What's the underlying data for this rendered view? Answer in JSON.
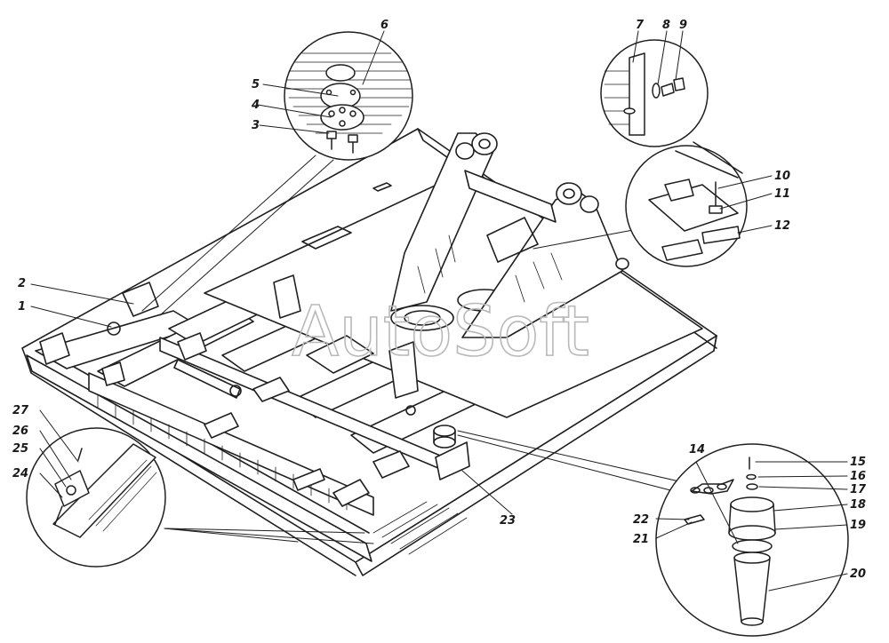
{
  "watermark": "AutoSoft",
  "callouts": [
    "1",
    "2",
    "3",
    "4",
    "5",
    "6",
    "7",
    "8",
    "9",
    "10",
    "11",
    "12",
    "14",
    "15",
    "16",
    "17",
    "18",
    "19",
    "20",
    "21",
    "22",
    "23",
    "24",
    "25",
    "26",
    "27"
  ],
  "colors": {
    "ink": "#1f1f1f",
    "paper": "#ffffff",
    "watermark": "#b9b9b9"
  }
}
